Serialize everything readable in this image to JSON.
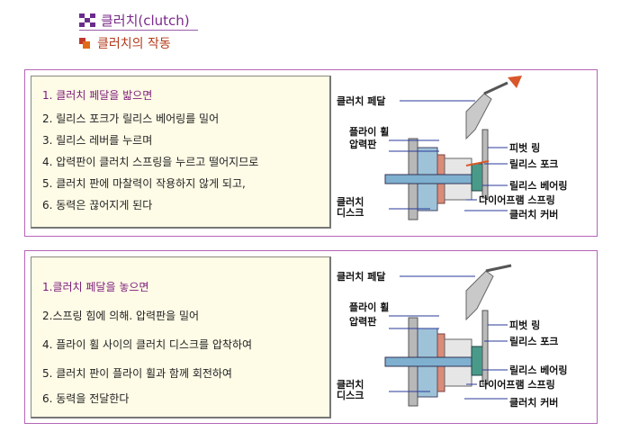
{
  "header": {
    "title": "클러치(clutch)",
    "subtitle": "클러치의 작동"
  },
  "panel1": {
    "lines": [
      "1. 클러치 페달을 밟으면",
      "2. 릴리스 포크가 릴리스 베어링를 밀어",
      "3. 릴리스 레버를 누르며",
      "4. 압력판이 클러치 스프링을 누르고 떨어지므로",
      "5. 클러치 판에 마찰력이 작용하지 않게 되고,",
      "6. 동력은 끊어지게 된다"
    ],
    "diagram_labels": {
      "pedal": "클러치 페달",
      "flywheel": "플라이 휠",
      "pressure_plate": "압력판",
      "pivot_ring": "피벗 링",
      "release_fork": "릴리스 포크",
      "release_bearing": "릴리스 베어링",
      "diaphragm_spring": "다이어프램 스프링",
      "clutch_cover": "클러치 커버",
      "clutch_disc_1": "클러치",
      "clutch_disc_2": "디스크"
    }
  },
  "panel2": {
    "lines": [
      "1.클러치 페달을 놓으면",
      "2.스프링 힘에 의해. 압력판을 밀어",
      "4. 플라이 휠 사이의 클러치 디스크를 압착하여",
      "5. 클러치 판이 플라이 휠과 함께 회전하여",
      "6. 동력을 전달한다"
    ],
    "diagram_labels": {
      "pedal": "클러치 페달",
      "flywheel": "플라이 휠",
      "pressure_plate": "압력판",
      "pivot_ring": "피벗 링",
      "release_fork": "릴리스 포크",
      "release_bearing": "릴리스 베어링",
      "diaphragm_spring": "다이어프램 스프링",
      "clutch_cover": "클러치 커버",
      "clutch_disc_1": "클러치",
      "clutch_disc_2": "디스크"
    }
  },
  "colors": {
    "accent_purple": "#7a2a8a",
    "accent_orange": "#e06a1a",
    "panel_border": "#b565b8",
    "textbox_bg": "#fefbe6"
  }
}
